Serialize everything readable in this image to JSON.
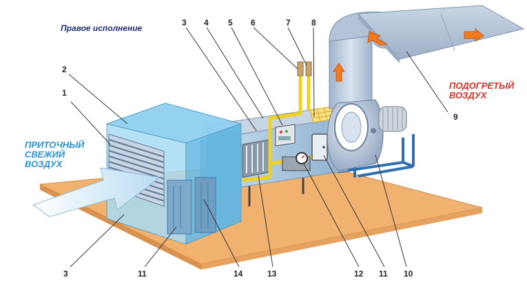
{
  "title": "Правое исполнение",
  "intake_label": [
    "ПРИТОЧНЫЙ",
    "СВЕЖИЙ",
    "ВОЗДУХ"
  ],
  "heated_label": [
    "ПОДОГРЕТЫЙ",
    "ВОЗДУХ"
  ],
  "callouts": [
    "1",
    "2",
    "3",
    "3",
    "4",
    "5",
    "6",
    "7",
    "8",
    "9",
    "10",
    "11",
    "11",
    "12",
    "13",
    "14"
  ],
  "colors": {
    "floor": "#f0b070",
    "floor_edge": "#d08a45",
    "housing": "#8fd0ef",
    "housing_dark": "#5aaed8",
    "duct": "#b9c9dc",
    "frame": "#2f6fb0",
    "arrow_orange": "#f07a20",
    "panel": "#d7d7d7"
  }
}
